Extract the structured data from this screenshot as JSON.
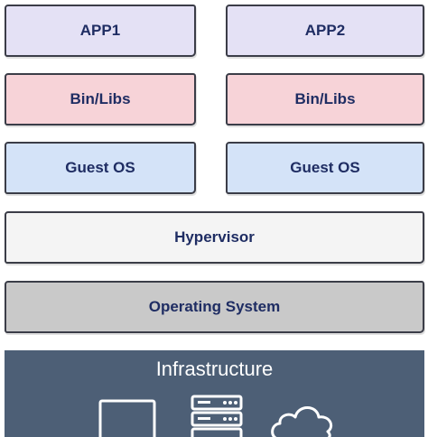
{
  "layers": {
    "app1": "APP1",
    "app2": "APP2",
    "binlibs_left": "Bin/Libs",
    "binlibs_right": "Bin/Libs",
    "guestos_left": "Guest OS",
    "guestos_right": "Guest OS",
    "hypervisor": "Hypervisor",
    "operating_system": "Operating System",
    "infrastructure": "Infrastructure"
  },
  "icons": [
    "laptop-icon",
    "server-icon",
    "cloud-icon"
  ],
  "colors": {
    "app_fill": "#e4e1f5",
    "binlibs_fill": "#f7d3d8",
    "guestos_fill": "#d4e3f8",
    "hypervisor_fill": "#f4f4f4",
    "os_fill": "#c9c9c9",
    "infrastructure_fill": "#4d5f76",
    "label_text": "#1f2d63"
  }
}
